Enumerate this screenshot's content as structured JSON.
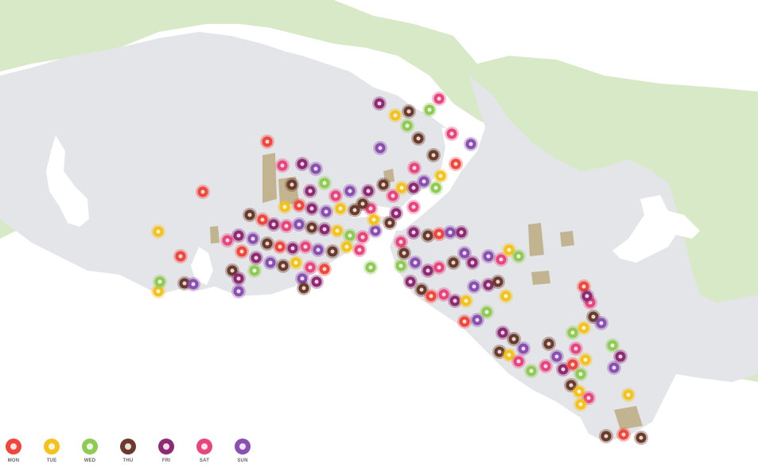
{
  "legend": {
    "days": [
      {
        "key": "mon",
        "label": "MON",
        "color": "#f0463c"
      },
      {
        "key": "tue",
        "label": "TUE",
        "color": "#f4c21c"
      },
      {
        "key": "wed",
        "label": "WED",
        "color": "#8fcb54"
      },
      {
        "key": "thu",
        "label": "THU",
        "color": "#6b3a2a"
      },
      {
        "key": "fri",
        "label": "FRI",
        "color": "#8e2a72"
      },
      {
        "key": "sat",
        "label": "SAT",
        "color": "#e8457d"
      },
      {
        "key": "sun",
        "label": "SUN",
        "color": "#8a4fb0"
      }
    ]
  },
  "colors": {
    "land_urban": "#e3e5e8",
    "land_forest": "#d8e9c8",
    "land_special": "#c2b491",
    "water": "#ffffff"
  }
}
